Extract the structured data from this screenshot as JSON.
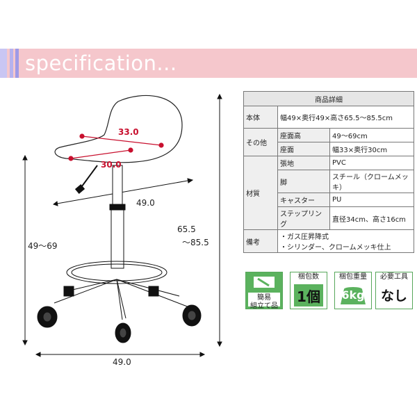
{
  "header": {
    "title": "specification..."
  },
  "dimensions": {
    "seat_depth": "33.0",
    "seat_width_small": "30.0",
    "base_width_diag": "49.0",
    "base_width": "49.0",
    "seat_height": "49～69",
    "total_height_top": "65.5",
    "total_height_bottom": "～85.5"
  },
  "spec_table": {
    "header": "商品詳細",
    "body_label": "本体",
    "body_value": "幅49×奥行49×高さ65.5～85.5cm",
    "other_label": "その他",
    "seat_height_label": "座面高",
    "seat_height_value": "49～69cm",
    "seat_label": "座面",
    "seat_value": "幅33×奥行30cm",
    "material_label": "材質",
    "fabric_label": "張地",
    "fabric_value": "PVC",
    "leg_label": "脚",
    "leg_value": "スチール（クロームメッキ）",
    "caster_label": "キャスター",
    "caster_value": "PU",
    "step_label": "ステップリング",
    "step_value": "直径34cm、高さ16cm",
    "notes_label": "備考",
    "notes_line1": "・ガス圧昇降式",
    "notes_line2": "・シリンダー、クロームメッキ仕上"
  },
  "icons": {
    "assembly_line1": "簡易",
    "assembly_line2": "組立て品",
    "packages_label": "梱包数",
    "packages_value": "1個",
    "weight_label": "梱包重量",
    "weight_value": "6kg",
    "tools_label": "必要工具",
    "tools_value": "なし"
  },
  "colors": {
    "banner": "#f5c7cc",
    "accent_red": "#c8102e",
    "icon_green": "#57a75a"
  }
}
